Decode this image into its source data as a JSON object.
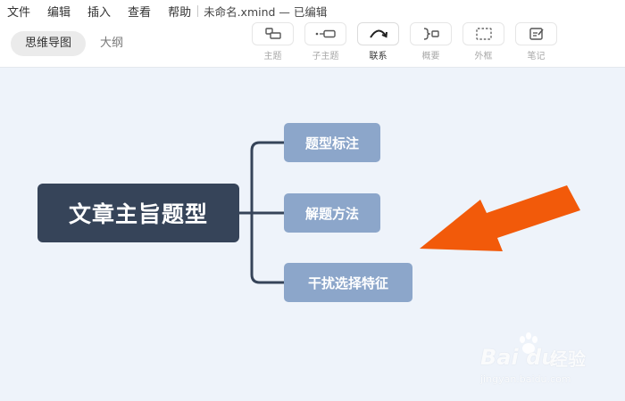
{
  "menubar": {
    "items": [
      "文件",
      "编辑",
      "插入",
      "查看",
      "帮助"
    ],
    "doc_title": "未命名.xmind — 已编辑"
  },
  "view_tabs": {
    "active": "思维导图",
    "inactive": "大纲"
  },
  "tools": [
    {
      "label": "主题",
      "icon": "topic-icon",
      "active": false
    },
    {
      "label": "子主题",
      "icon": "subtopic-icon",
      "active": false
    },
    {
      "label": "联系",
      "icon": "relationship-icon",
      "active": true
    },
    {
      "label": "概要",
      "icon": "summary-icon",
      "active": false
    },
    {
      "label": "外框",
      "icon": "boundary-icon",
      "active": false
    },
    {
      "label": "笔记",
      "icon": "note-icon",
      "active": false
    }
  ],
  "mindmap": {
    "central": "文章主旨题型",
    "subtopics": [
      "题型标注",
      "解题方法",
      "干扰选择特征"
    ]
  },
  "colors": {
    "central_bg": "#364459",
    "subtopic_bg": "#8ca6ca",
    "connector": "#364459",
    "arrow": "#f25a0a",
    "canvas_bg": "#eef3fa"
  },
  "watermark": {
    "brand": "Bai du",
    "cn": "经验",
    "url": "jingyan.baidu.com"
  }
}
